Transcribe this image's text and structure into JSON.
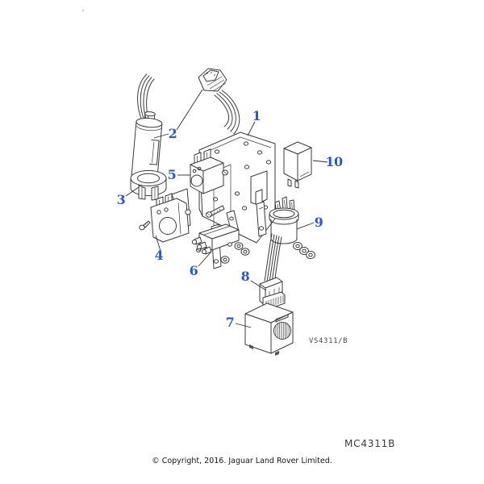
{
  "diagram": {
    "callouts": [
      {
        "num": "1"
      },
      {
        "num": "2"
      },
      {
        "num": "3"
      },
      {
        "num": "4"
      },
      {
        "num": "5"
      },
      {
        "num": "6"
      },
      {
        "num": "7"
      },
      {
        "num": "8"
      },
      {
        "num": "9"
      },
      {
        "num": "10"
      }
    ],
    "drawing_code": "VS4311/B",
    "figure_code": "MC4311B"
  },
  "footer": {
    "copyright": "© Copyright, 2016. Jaguar Land Rover Limited."
  },
  "colors": {
    "callout_blue": "#2a58cf",
    "line_ink": "#3a3a3a"
  }
}
